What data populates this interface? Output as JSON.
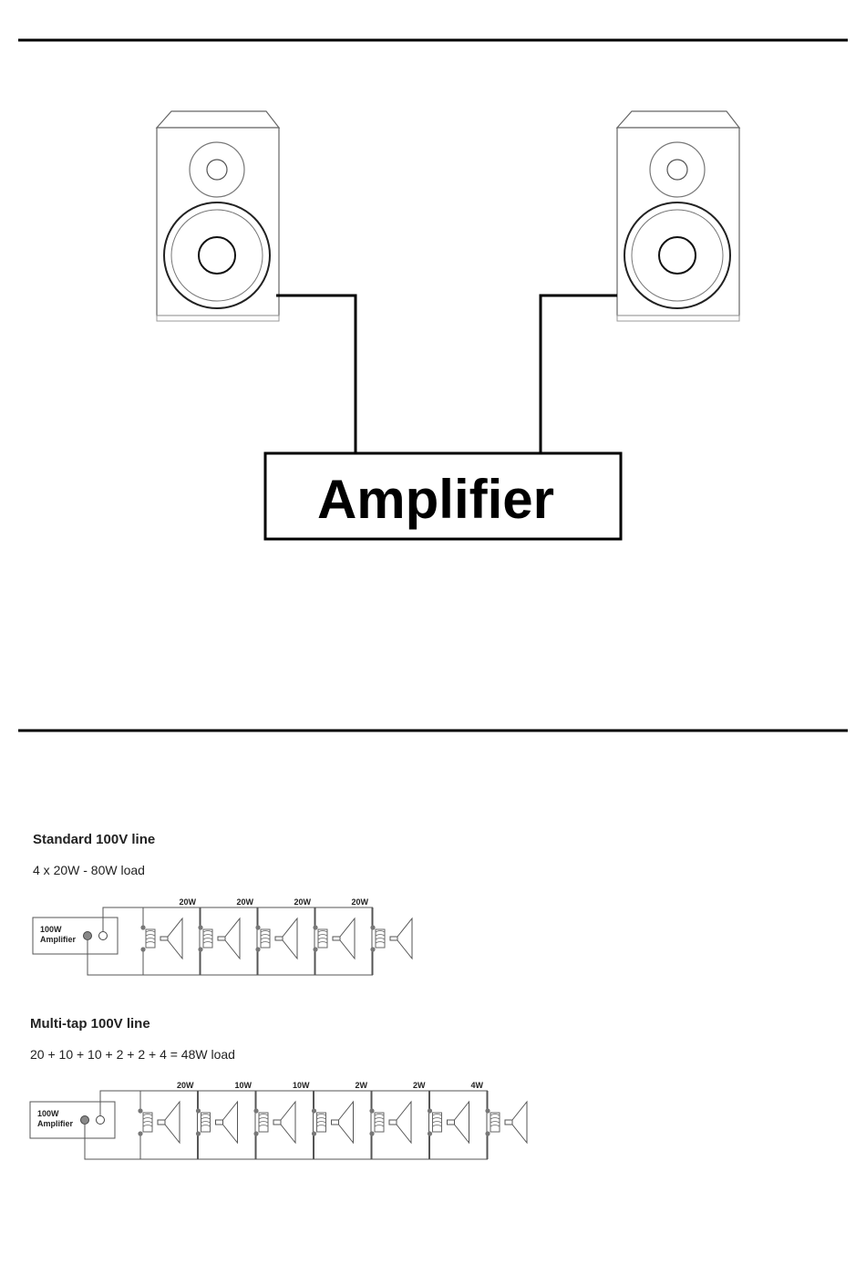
{
  "top_diagram": {
    "amplifier_label": "Amplifier",
    "speakers": [
      "left-speaker",
      "right-speaker"
    ]
  },
  "standard_line": {
    "title": "Standard 100V line",
    "load": "4 x 20W - 80W load",
    "amplifier_label_1": "100W",
    "amplifier_label_2": "Amplifier",
    "taps": [
      "20W",
      "20W",
      "20W",
      "20W"
    ]
  },
  "multitap_line": {
    "title": "Multi-tap 100V line",
    "load": "20 + 10 + 10 + 2 + 2 + 4 = 48W load",
    "amplifier_label_1": "100W",
    "amplifier_label_2": "Amplifier",
    "taps": [
      "20W",
      "10W",
      "10W",
      "2W",
      "2W",
      "4W"
    ]
  },
  "colors": {
    "line": "#000000",
    "thin_line": "#555555",
    "background": "#ffffff"
  }
}
